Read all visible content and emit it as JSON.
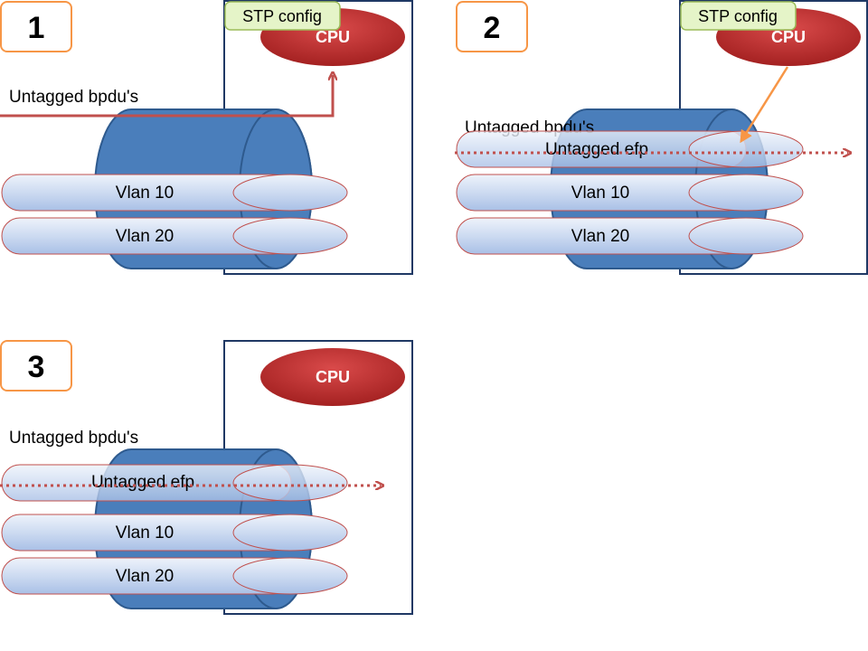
{
  "panels": [
    {
      "step": "1",
      "cpu_label": "CPU",
      "stp_config": "STP config",
      "bpdu_label": "Untagged bpdu's",
      "vlans": [
        "Vlan 10",
        "Vlan 20"
      ]
    },
    {
      "step": "2",
      "cpu_label": "CPU",
      "stp_config": "STP config",
      "bpdu_label": "Untagged bpdu's",
      "efp_label": "Untagged efp",
      "vlans": [
        "Vlan 10",
        "Vlan 20"
      ]
    },
    {
      "step": "3",
      "cpu_label": "CPU",
      "bpdu_label": "Untagged bpdu's",
      "efp_label": "Untagged efp",
      "vlans": [
        "Vlan 10",
        "Vlan 20"
      ]
    }
  ],
  "colors": {
    "trunk_fill": "#4a7ebb",
    "trunk_stroke": "#2e5a8e",
    "cpu_fill": "#b82a2a",
    "vlan_fill_light": "#eef3fb",
    "vlan_fill_dark": "#a9c0e6",
    "vlan_stroke": "#c0504d",
    "stp_fill": "#e5f4c8",
    "stp_stroke": "#9bbb59",
    "step_stroke": "#f79646",
    "arrow_red": "#c0504d",
    "arrow_orange": "#f79646",
    "box_stroke": "#1f3864"
  }
}
